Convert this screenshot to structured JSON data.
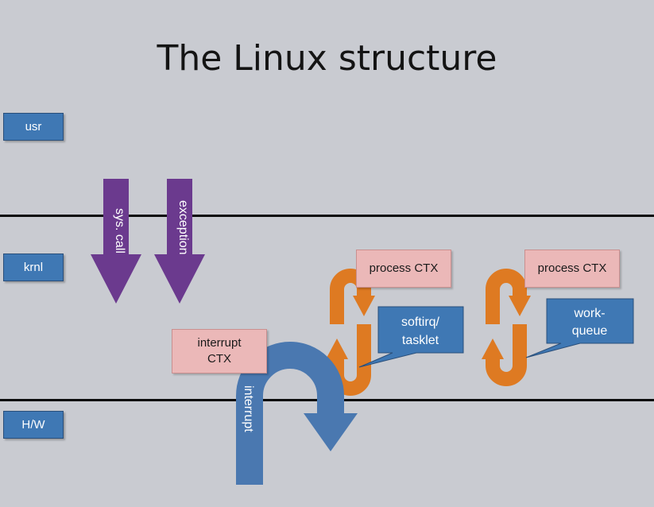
{
  "title": "The Linux structure",
  "layers": {
    "usr": "usr",
    "krnl": "krnl",
    "hw": "H/W"
  },
  "arrows": {
    "sys_call": "sys. call",
    "exception": "exception",
    "interrupt": "interrupt"
  },
  "contexts": {
    "interrupt_ctx": [
      "interrupt",
      "CTX"
    ],
    "process_ctx_1": "process CTX",
    "process_ctx_2": "process CTX"
  },
  "callouts": {
    "softirq": [
      "softirq/",
      "tasklet"
    ],
    "workqueue": [
      "work-",
      "queue"
    ]
  },
  "colors": {
    "background": "#c9cbd1",
    "layer_box": "#3f78b4",
    "purple_arrow": "#6b3a8e",
    "blue_arrow": "#4a78b0",
    "orange_loop": "#de7a22",
    "pink_ctx": "#ebb8b8"
  }
}
